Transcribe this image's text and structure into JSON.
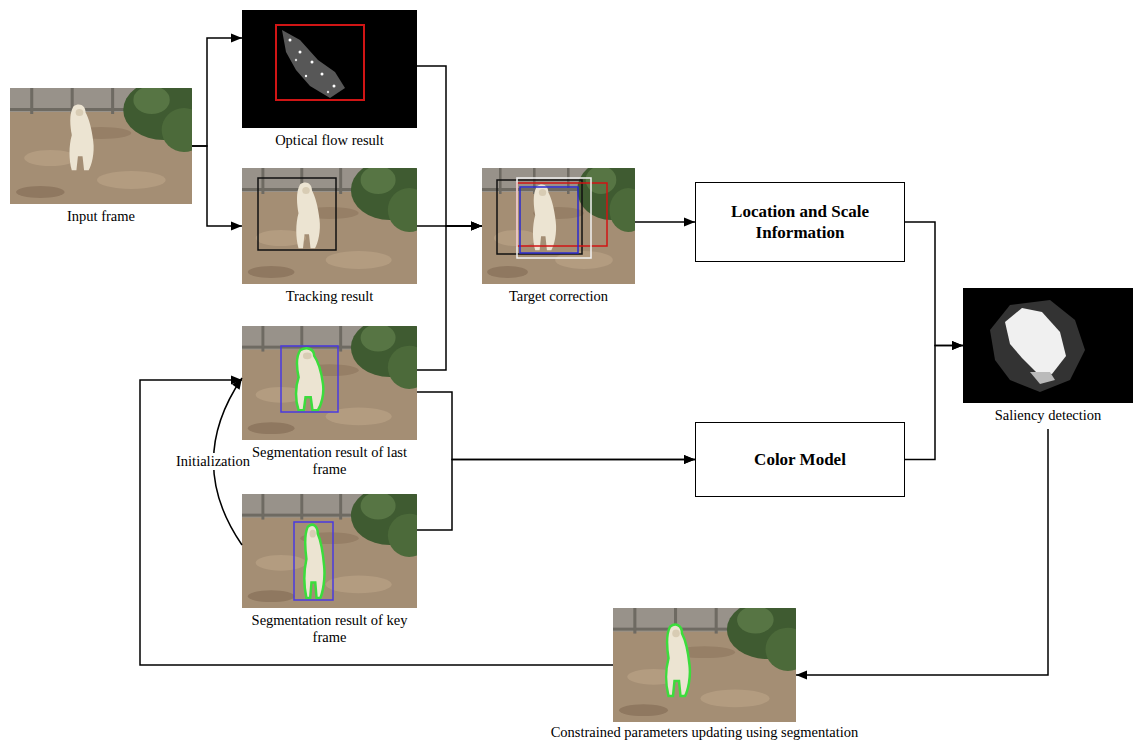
{
  "diagram": {
    "nodes": [
      {
        "text": [
          "Input frame"
        ]
      },
      {
        "text": [
          "Optical flow result"
        ]
      },
      {
        "text": [
          "Tracking result"
        ]
      },
      {
        "text": [
          "Target correction"
        ]
      },
      {
        "text": [
          "Location and Scale Information"
        ]
      },
      {
        "text": [
          "Saliency detection"
        ]
      },
      {
        "text": [
          "Segmentation result of last frame"
        ]
      },
      {
        "text": [
          "Segmentation result of key frame"
        ]
      },
      {
        "text": [
          "Color Model"
        ]
      },
      {
        "text": [
          "Constrained parameters updating using segmentation"
        ]
      }
    ],
    "edges": [
      {
        "from": 0,
        "to": 1,
        "arrow": "to"
      },
      {
        "from": 0,
        "to": 2,
        "arrow": "to"
      },
      {
        "from": 1,
        "to": 3,
        "arrow": "to"
      },
      {
        "from": 2,
        "to": 3,
        "arrow": "to"
      },
      {
        "from": 6,
        "to": 3,
        "arrow": "to"
      },
      {
        "from": 3,
        "to": 4,
        "arrow": "to"
      },
      {
        "from": 4,
        "to": 5,
        "arrow": "to"
      },
      {
        "from": 8,
        "to": 5,
        "arrow": "to"
      },
      {
        "from": 6,
        "to": 8,
        "arrow": "to"
      },
      {
        "from": 7,
        "to": 8,
        "arrow": "to"
      },
      {
        "from": 5,
        "to": 9,
        "arrow": "to"
      },
      {
        "from": 9,
        "to": 6,
        "arrow": "to"
      },
      {
        "from": 7,
        "to": 6,
        "label": "Initialization",
        "arrow": "to"
      }
    ]
  }
}
